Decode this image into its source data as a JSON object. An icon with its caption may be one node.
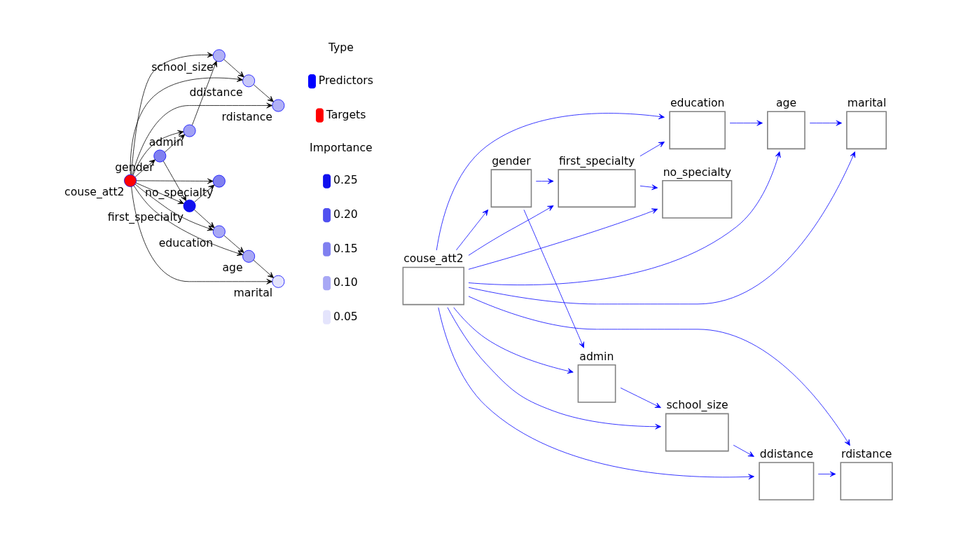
{
  "diagram": {
    "nodes": [
      {
        "text": [],
        "shape": "circle",
        "beside": [
          "school_size"
        ]
      },
      {
        "text": [],
        "shape": "circle",
        "beside": [
          "admin"
        ]
      },
      {
        "text": [],
        "shape": "circle",
        "beside": [
          "ddistance"
        ]
      },
      {
        "text": [],
        "shape": "circle",
        "beside": [
          "rdistance"
        ]
      },
      {
        "text": [],
        "shape": "circle",
        "beside": [
          "couse_att2"
        ]
      },
      {
        "text": [],
        "shape": "circle",
        "beside": [
          "gender"
        ]
      },
      {
        "text": [],
        "shape": "circle",
        "beside": [
          "no_specialty"
        ]
      },
      {
        "text": [],
        "shape": "circle",
        "beside": [
          "first_specialty"
        ]
      },
      {
        "text": [],
        "shape": "circle",
        "beside": [
          "age"
        ]
      },
      {
        "text": [],
        "shape": "circle",
        "beside": [
          "marital"
        ]
      },
      {
        "text": [],
        "shape": "circle",
        "beside": [
          "education"
        ]
      },
      {
        "text": [
          "age"
        ]
      },
      {
        "text": [
          "education"
        ]
      },
      {
        "text": [
          "marital"
        ]
      },
      {
        "text": [
          "no_specialty"
        ]
      },
      {
        "text": [
          "first_specialty"
        ]
      },
      {
        "text": [
          "couse_att2"
        ]
      },
      {
        "text": [
          "rdistance"
        ]
      },
      {
        "text": [
          "gender"
        ]
      },
      {
        "text": [
          "ddistance"
        ]
      },
      {
        "text": [
          "admin"
        ]
      },
      {
        "text": [
          "school_size"
        ]
      }
    ],
    "edges": [
      {
        "from": 4,
        "to": 8,
        "arrow": "to"
      },
      {
        "from": 4,
        "to": 9,
        "arrow": "to"
      },
      {
        "from": 8,
        "to": 9,
        "arrow": "to"
      },
      {
        "from": 10,
        "to": 8,
        "arrow": "to"
      },
      {
        "from": 4,
        "to": 10,
        "arrow": "to"
      },
      {
        "from": 7,
        "to": 10,
        "arrow": "to"
      },
      {
        "from": 7,
        "to": 6,
        "arrow": "to"
      },
      {
        "from": 4,
        "to": 6,
        "arrow": "to"
      },
      {
        "from": 4,
        "to": 7,
        "arrow": "to"
      },
      {
        "from": 5,
        "to": 7,
        "arrow": "to"
      },
      {
        "from": 4,
        "to": 5,
        "arrow": "to"
      },
      {
        "from": 5,
        "to": 1,
        "arrow": "to"
      },
      {
        "from": 4,
        "to": 1,
        "arrow": "to"
      },
      {
        "from": 4,
        "to": 3,
        "arrow": "to"
      },
      {
        "from": 4,
        "to": 0,
        "arrow": "to"
      },
      {
        "from": 4,
        "to": 2,
        "arrow": "to"
      },
      {
        "from": 1,
        "to": 0,
        "arrow": "to"
      },
      {
        "from": 0,
        "to": 2,
        "arrow": "to"
      },
      {
        "from": 2,
        "to": 3,
        "arrow": "to"
      },
      {
        "from": 16,
        "to": 11,
        "arrow": "to",
        "color": "#0000ff"
      },
      {
        "from": 16,
        "to": 13,
        "arrow": "to",
        "color": "#0000ff"
      },
      {
        "from": 11,
        "to": 13,
        "arrow": "to",
        "color": "#0000ff"
      },
      {
        "from": 12,
        "to": 11,
        "arrow": "to",
        "color": "#0000ff"
      },
      {
        "from": 16,
        "to": 12,
        "arrow": "to",
        "color": "#0000ff"
      },
      {
        "from": 15,
        "to": 12,
        "arrow": "to",
        "color": "#0000ff"
      },
      {
        "from": 15,
        "to": 14,
        "arrow": "to",
        "color": "#0000ff"
      },
      {
        "from": 16,
        "to": 14,
        "arrow": "to",
        "color": "#0000ff"
      },
      {
        "from": 16,
        "to": 15,
        "arrow": "to",
        "color": "#0000ff"
      },
      {
        "from": 18,
        "to": 15,
        "arrow": "to",
        "color": "#0000ff"
      },
      {
        "from": 16,
        "to": 18,
        "arrow": "to",
        "color": "#0000ff"
      },
      {
        "from": 18,
        "to": 20,
        "arrow": "to",
        "color": "#0000ff"
      },
      {
        "from": 16,
        "to": 20,
        "arrow": "to",
        "color": "#0000ff"
      },
      {
        "from": 16,
        "to": 17,
        "arrow": "to",
        "color": "#0000ff"
      },
      {
        "from": 16,
        "to": 21,
        "arrow": "to",
        "color": "#0000ff"
      },
      {
        "from": 16,
        "to": 19,
        "arrow": "to",
        "color": "#0000ff"
      },
      {
        "from": 20,
        "to": 21,
        "arrow": "to",
        "color": "#0000ff"
      },
      {
        "from": 21,
        "to": 19,
        "arrow": "to",
        "color": "#0000ff"
      },
      {
        "from": 19,
        "to": 17,
        "arrow": "to",
        "color": "#0000ff"
      }
    ],
    "labels": [
      "Type",
      "Importance"
    ],
    "legend": [
      {
        "text": "Predictors",
        "color": "#0000ff"
      },
      {
        "text": "Targets",
        "color": "#ff0000"
      },
      {
        "text": "0.25"
      },
      {
        "text": "0.20"
      },
      {
        "text": "0.15"
      },
      {
        "text": "0.10"
      },
      {
        "text": "0.05"
      }
    ]
  }
}
